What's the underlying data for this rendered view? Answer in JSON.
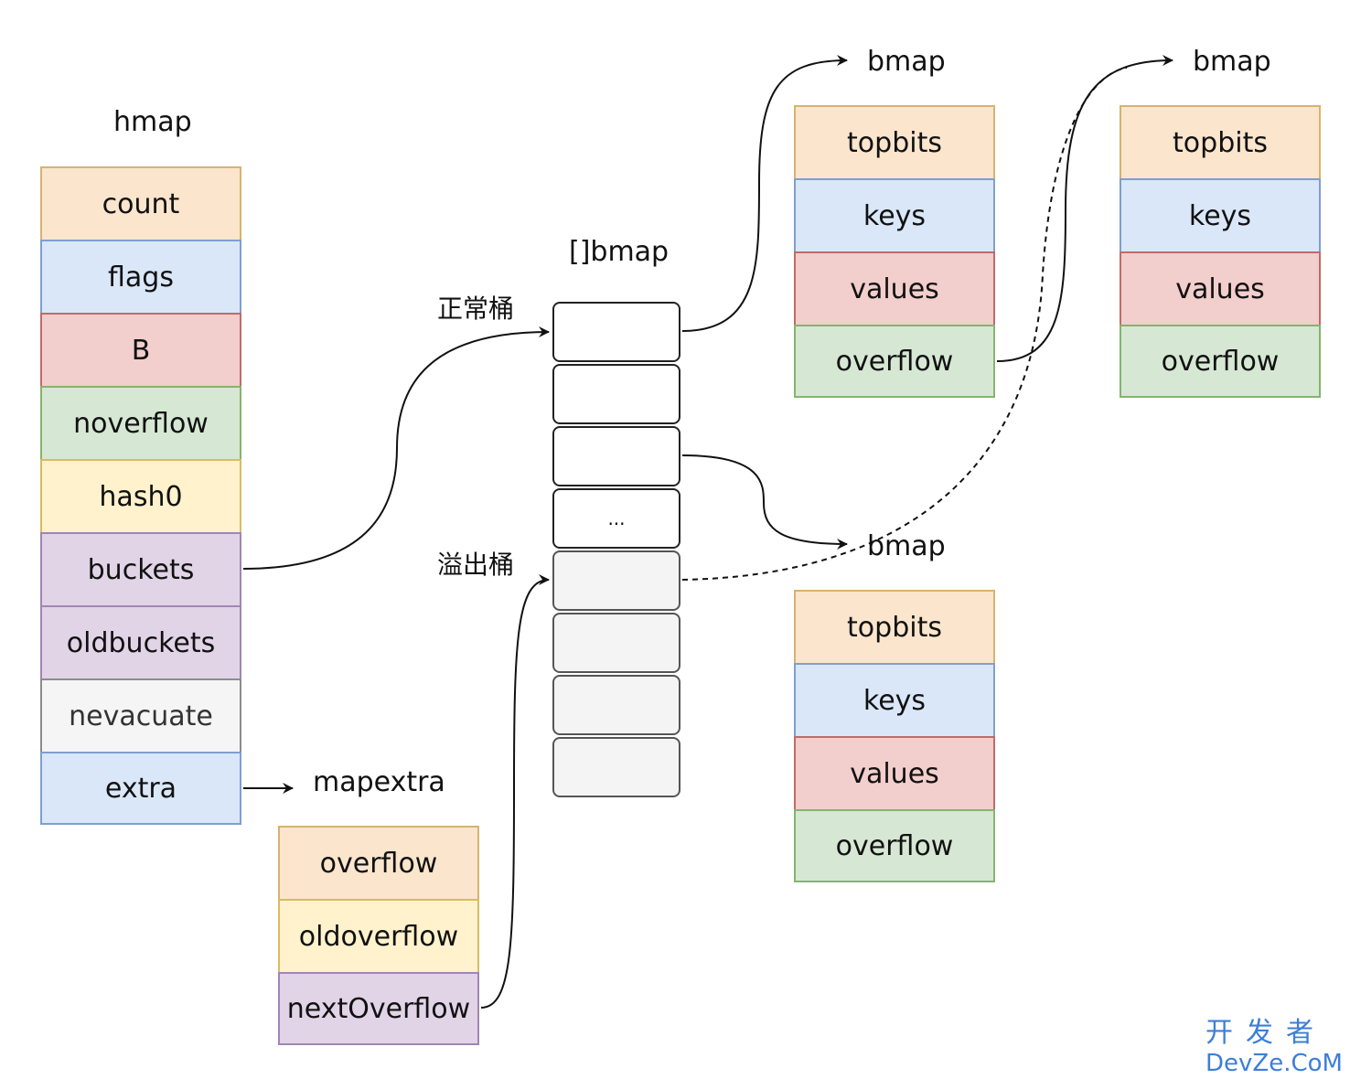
{
  "hmap": {
    "title": "hmap",
    "fields": [
      "count",
      "flags",
      "B",
      "noverflow",
      "hash0",
      "buckets",
      "oldbuckets",
      "nevacuate",
      "extra"
    ]
  },
  "mapextra": {
    "title": "mapextra",
    "fields": [
      "overflow",
      "oldoverflow",
      "nextOverflow"
    ]
  },
  "bucket_array": {
    "title": "[]bmap",
    "normal_label": "正常桶",
    "overflow_label": "溢出桶",
    "ellipsis": "..."
  },
  "bmap_top": {
    "title": "bmap",
    "fields": [
      "topbits",
      "keys",
      "values",
      "overflow"
    ]
  },
  "bmap_right": {
    "title": "bmap",
    "fields": [
      "topbits",
      "keys",
      "values",
      "overflow"
    ]
  },
  "bmap_mid": {
    "title": "bmap",
    "fields": [
      "topbits",
      "keys",
      "values",
      "overflow"
    ]
  },
  "watermark": {
    "cn": "开发者",
    "en": "DevZe.CoM"
  },
  "colors": {
    "orange": "#fbe5cd",
    "blue": "#dae7f8",
    "red": "#f2cecd",
    "green": "#d6e8d4",
    "yellow": "#fff2cc",
    "purple": "#e1d4e7",
    "gray": "#f5f5f5",
    "watermark": "#3d7ed8"
  }
}
